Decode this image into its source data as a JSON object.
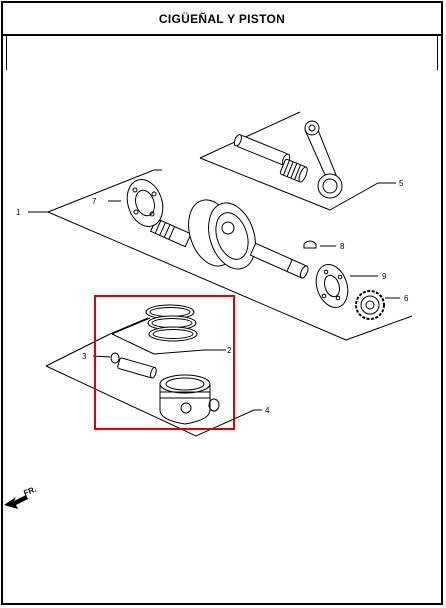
{
  "header": {
    "title": "CIGÜEÑAL Y PISTON"
  },
  "callouts": [
    {
      "id": "1",
      "label": "1"
    },
    {
      "id": "2",
      "label": "2"
    },
    {
      "id": "3",
      "label": "3"
    },
    {
      "id": "4",
      "label": "4"
    },
    {
      "id": "5",
      "label": "5"
    },
    {
      "id": "6",
      "label": "6"
    },
    {
      "id": "7",
      "label": "7"
    },
    {
      "id": "8",
      "label": "8"
    },
    {
      "id": "9",
      "label": "9"
    }
  ],
  "direction_marker": {
    "label": "FR."
  },
  "highlight": {
    "color": "#e00000",
    "target": "piston-assembly"
  },
  "colors": {
    "line": "#000000",
    "background": "#ffffff",
    "highlight": "#e00000"
  }
}
